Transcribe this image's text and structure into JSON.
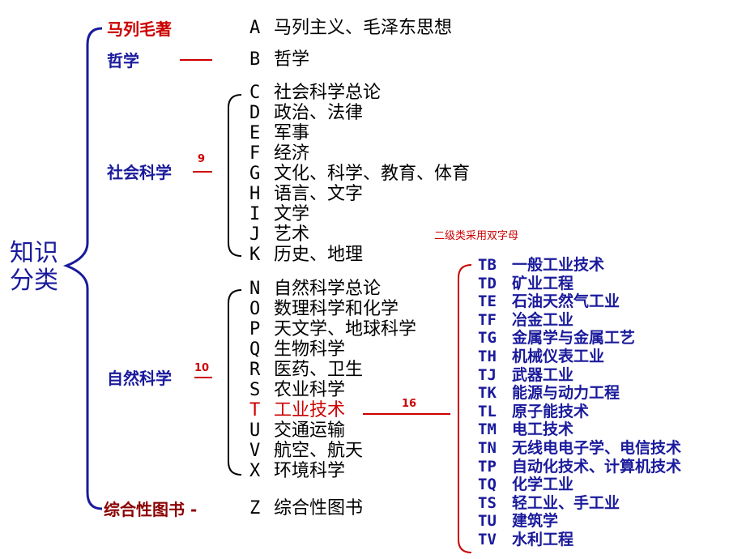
{
  "root": {
    "line1": "知识",
    "line2": "分类"
  },
  "categories": [
    {
      "label": "马列毛著",
      "color": "#cc0000"
    },
    {
      "label": "哲学",
      "color": "#1a1a9c"
    },
    {
      "label": "社会科学",
      "color": "#1a1a9c"
    },
    {
      "label": "自然科学",
      "color": "#1a1a9c"
    },
    {
      "label": "综合性图书 -",
      "color": "#8b0000"
    }
  ],
  "counts": {
    "social": "9",
    "natural": "10",
    "industrial": "16"
  },
  "note": "二级类采用双字母",
  "classes": [
    {
      "code": "A",
      "name": "马列主义、毛泽东思想"
    },
    {
      "code": "B",
      "name": "哲学"
    },
    {
      "code": "C",
      "name": "社会科学总论"
    },
    {
      "code": "D",
      "name": "政治、法律"
    },
    {
      "code": "E",
      "name": "军事"
    },
    {
      "code": "F",
      "name": "经济"
    },
    {
      "code": "G",
      "name": "文化、科学、教育、体育"
    },
    {
      "code": "H",
      "name": "语言、文字"
    },
    {
      "code": "I",
      "name": "文学"
    },
    {
      "code": "J",
      "name": "艺术"
    },
    {
      "code": "K",
      "name": "历史、地理"
    },
    {
      "code": "N",
      "name": "自然科学总论"
    },
    {
      "code": "O",
      "name": "数理科学和化学"
    },
    {
      "code": "P",
      "name": "天文学、地球科学"
    },
    {
      "code": "Q",
      "name": "生物科学"
    },
    {
      "code": "R",
      "name": "医药、卫生"
    },
    {
      "code": "S",
      "name": "农业科学"
    },
    {
      "code": "T",
      "name": "工业技术"
    },
    {
      "code": "U",
      "name": "交通运输"
    },
    {
      "code": "V",
      "name": "航空、航天"
    },
    {
      "code": "X",
      "name": "环境科学"
    },
    {
      "code": "Z",
      "name": "综合性图书"
    }
  ],
  "highlight_color": "#cc0000",
  "subclasses": [
    {
      "code": "TB",
      "name": "一般工业技术"
    },
    {
      "code": "TD",
      "name": "矿业工程"
    },
    {
      "code": "TE",
      "name": "石油天然气工业"
    },
    {
      "code": "TF",
      "name": "冶金工业"
    },
    {
      "code": "TG",
      "name": "金属学与金属工艺"
    },
    {
      "code": "TH",
      "name": "机械仪表工业"
    },
    {
      "code": "TJ",
      "name": "武器工业"
    },
    {
      "code": "TK",
      "name": "能源与动力工程"
    },
    {
      "code": "TL",
      "name": "原子能技术"
    },
    {
      "code": "TM",
      "name": "电工技术"
    },
    {
      "code": "TN",
      "name": "无线电电子学、电信技术"
    },
    {
      "code": "TP",
      "name": "自动化技术、计算机技术"
    },
    {
      "code": "TQ",
      "name": "化学工业"
    },
    {
      "code": "TS",
      "name": "轻工业、手工业"
    },
    {
      "code": "TU",
      "name": "建筑学"
    },
    {
      "code": "TV",
      "name": "水利工程"
    }
  ]
}
